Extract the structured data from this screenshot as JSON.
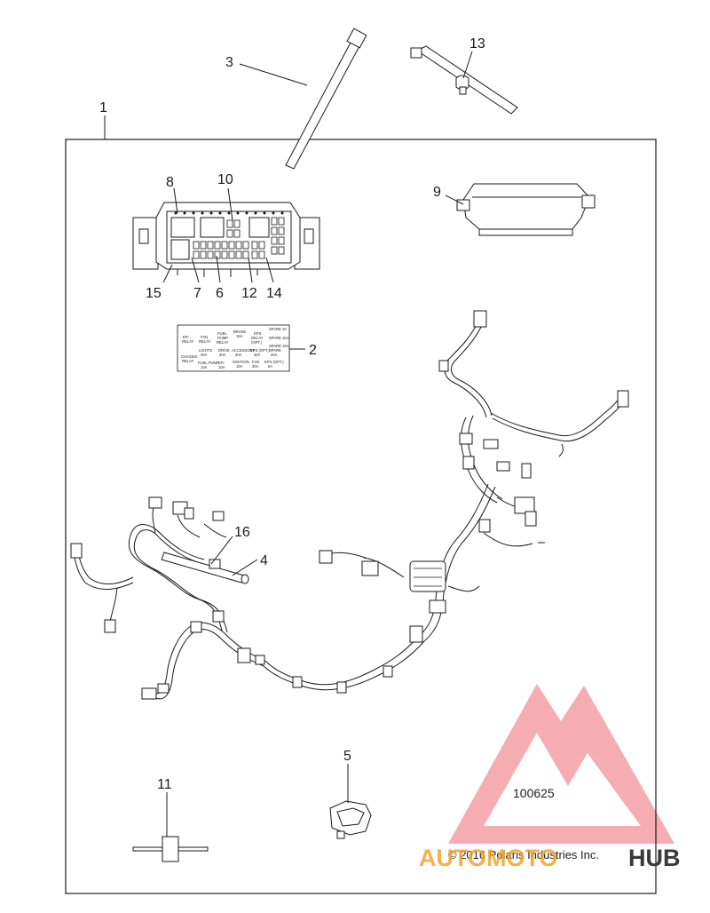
{
  "callouts": {
    "c1": "1",
    "c2": "2",
    "c3": "3",
    "c4": "4",
    "c5": "5",
    "c6": "6",
    "c7": "7",
    "c8": "8",
    "c9": "9",
    "c10": "10",
    "c11": "11",
    "c12": "12",
    "c13": "13",
    "c14": "14",
    "c15": "15",
    "c16": "16"
  },
  "decal_labels": {
    "l1": "EFI",
    "l1b": "RELAY",
    "l2": "FAN",
    "l2b": "RELAY",
    "l3": "FUEL",
    "l3b": "PUMP",
    "l3c": "RELAY",
    "l4": "BRAKE",
    "l4b": "15A",
    "l5": "EPS",
    "l5b": "RELAY",
    "l5c": "(OPT.)",
    "l6": "SPARE 10",
    "l6b": "SPARE 15A",
    "l6c": "SPARE 15A",
    "l7": "CHASSIS",
    "l7b": "RELAY",
    "l8": "LIGHTS",
    "l8b": "20A",
    "l9": "FUEL PUMP",
    "l9b": "10A",
    "l10": "DRIVE",
    "l10b": "20A",
    "l11": "EFI",
    "l11b": "10A",
    "l12": "ACCESSORY",
    "l12b": "20A",
    "l13": "IGNITION",
    "l13b": "10A",
    "l14": "EPS (OPT.)",
    "l14b": "30A",
    "l15": "FAN",
    "l15b": "30A",
    "l16": "EPS (OPT.)",
    "l16b": "5A",
    "l17": "SPARE",
    "l17b": "20A"
  },
  "ref_number": "100625",
  "copyright": "© 2016 Polaris Industries Inc.",
  "watermark": {
    "part1": "AUTOMOTO",
    "part2": "HUB",
    "color_red": "#e8505b",
    "color_orange": "#f2a32b",
    "color_dark": "#3a3a3a"
  },
  "colors": {
    "line": "#1a1a1a"
  }
}
